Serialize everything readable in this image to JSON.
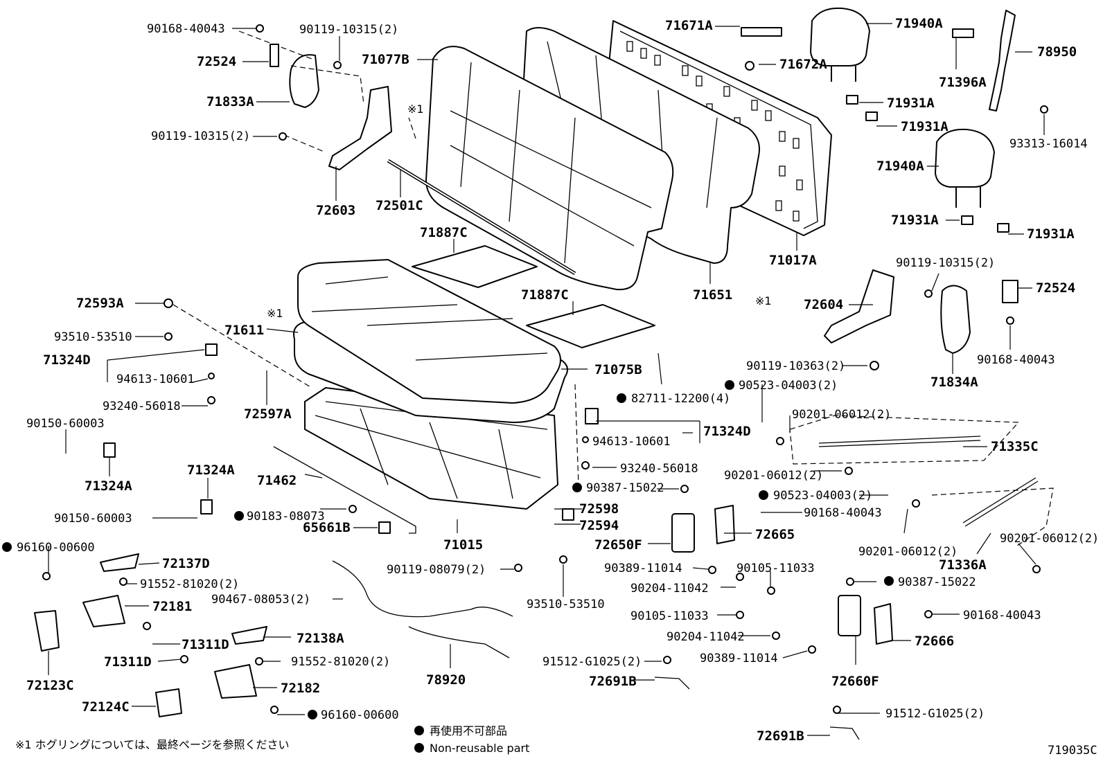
{
  "diagram": {
    "labels": {
      "p1": "90168-40043",
      "p2": "90119-10315(2)",
      "p3": "72524",
      "p4": "71833A",
      "p5": "90119-10315(2)",
      "p6": "72603",
      "p7": "71077B",
      "p8": "72501C",
      "p9": "71671A",
      "p10": "71672A",
      "p11": "71940A",
      "p12": "78950",
      "p13": "71396A",
      "p14": "71931A",
      "p15": "71931A",
      "p16": "93313-16014",
      "p17": "71940A",
      "p18": "71931A",
      "p19": "71931A",
      "p20": "71017A",
      "p21": "71887C",
      "p22": "71887C",
      "p23": "71651",
      "p24": "90119-10315(2)",
      "p25": "72524",
      "p26": "72604",
      "p27": "90168-40043",
      "p28": "90119-10363(2)",
      "p29": "71834A",
      "p30": "72593A",
      "p31": "93510-53510",
      "p32": "71324D",
      "p33": "94613-10601",
      "p34": "93240-56018",
      "p35": "90150-60003",
      "p36": "71324A",
      "p37": "71611",
      "p38": "72597A",
      "p39": "71075B",
      "p40": "82711-12200(4)",
      "p41": "90523-04003(2)",
      "p42": "90201-06012(2)",
      "p43": "71335C",
      "p44": "90201-06012(2)",
      "p45": "71324D",
      "p46": "94613-10601",
      "p47": "93240-56018",
      "p48": "90523-04003(2)",
      "p49": "90201-06012(2)",
      "p50": "90201-06012(2)",
      "p51": "71336A",
      "p52": "71324A",
      "p53": "90150-60003",
      "p54": "71462",
      "p55": "90183-08073",
      "p56": "65661B",
      "p57": "71015",
      "p58": "90387-15022",
      "p59": "72598",
      "p60": "72594",
      "p61": "72650F",
      "p62": "90168-40043",
      "p63": "72665",
      "p64": "96160-00600",
      "p65": "72137D",
      "p66": "91552-81020(2)",
      "p67": "72181",
      "p68": "90467-08053(2)",
      "p69": "90119-08079(2)",
      "p70": "93510-53510",
      "p71": "90389-11014",
      "p72": "90105-11033",
      "p73": "90204-11042",
      "p74": "71311D",
      "p75": "72138A",
      "p76": "72123C",
      "p77": "71311D",
      "p78": "91552-81020(2)",
      "p79": "72182",
      "p80": "78920",
      "p81": "90105-11033",
      "p82": "90204-11042",
      "p83": "90389-11014",
      "p84": "90387-15022",
      "p85": "90168-40043",
      "p86": "72666",
      "p87": "91512-G1025(2)",
      "p88": "72691B",
      "p89": "72660F",
      "p90": "72124C",
      "p91": "96160-00600",
      "p92": "91512-G1025(2)",
      "p93": "72691B"
    },
    "ref_mark": "※1",
    "footnote": "※1  ホグリングについては、最終ページを参照ください",
    "legend_jp": "再使用不可部品",
    "legend_en": "Non-reusable part",
    "figure_code": "719035C"
  }
}
